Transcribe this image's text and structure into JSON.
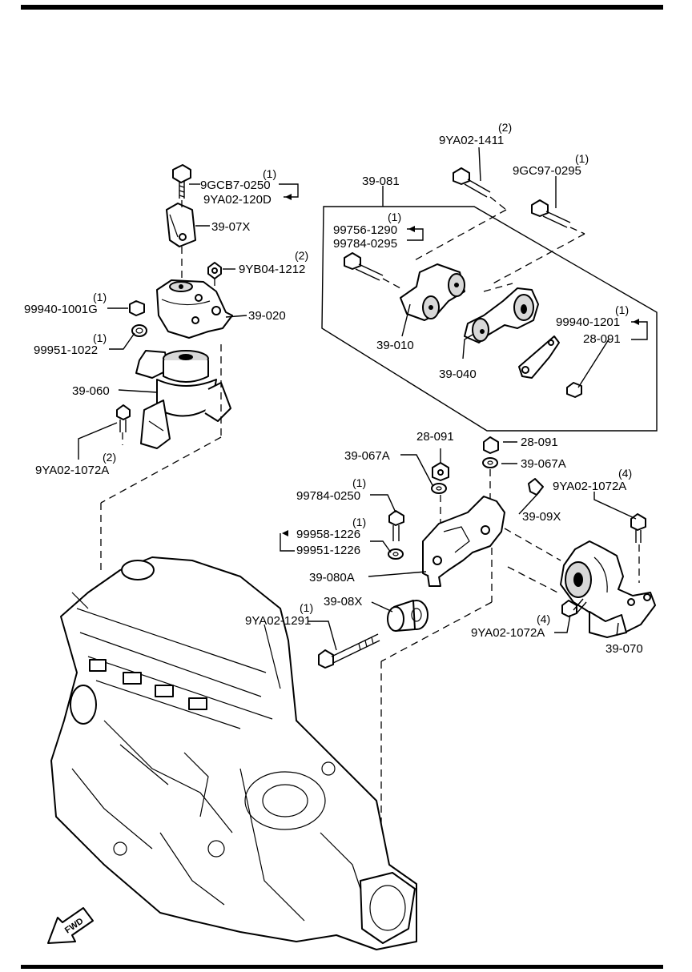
{
  "callouts": [
    {
      "id": "c1",
      "text": "9GCB7-0250",
      "qty": "(1)"
    },
    {
      "id": "c2",
      "text": "9YA02-120D",
      "qty": ""
    },
    {
      "id": "c3",
      "text": "39-07X",
      "qty": ""
    },
    {
      "id": "c4",
      "text": "9YB04-1212",
      "qty": "(2)"
    },
    {
      "id": "c5",
      "text": "99940-1001G",
      "qty": "(1)"
    },
    {
      "id": "c6",
      "text": "39-020",
      "qty": ""
    },
    {
      "id": "c7",
      "text": "99951-1022",
      "qty": "(1)"
    },
    {
      "id": "c8",
      "text": "39-060",
      "qty": ""
    },
    {
      "id": "c9",
      "text": "9YA02-1072A",
      "qty": "(2)"
    },
    {
      "id": "c10",
      "text": "39-081",
      "qty": ""
    },
    {
      "id": "c11",
      "text": "9YA02-1411",
      "qty": "(2)"
    },
    {
      "id": "c12",
      "text": "9GC97-0295",
      "qty": "(1)"
    },
    {
      "id": "c13",
      "text": "99756-1290",
      "qty": "(1)"
    },
    {
      "id": "c14",
      "text": "99784-0295",
      "qty": ""
    },
    {
      "id": "c15",
      "text": "39-010",
      "qty": ""
    },
    {
      "id": "c16",
      "text": "39-040",
      "qty": ""
    },
    {
      "id": "c17",
      "text": "99940-1201",
      "qty": "(1)"
    },
    {
      "id": "c18",
      "text": "28-091",
      "qty": ""
    },
    {
      "id": "c19",
      "text": "28-091",
      "qty": ""
    },
    {
      "id": "c20",
      "text": "28-091",
      "qty": ""
    },
    {
      "id": "c21",
      "text": "39-067A",
      "qty": ""
    },
    {
      "id": "c22",
      "text": "39-067A",
      "qty": ""
    },
    {
      "id": "c23",
      "text": "9YA02-1072A",
      "qty": "(4)"
    },
    {
      "id": "c24",
      "text": "99784-0250",
      "qty": "(1)"
    },
    {
      "id": "c25",
      "text": "39-09X",
      "qty": ""
    },
    {
      "id": "c26",
      "text": "99958-1226",
      "qty": "(1)"
    },
    {
      "id": "c27",
      "text": "99951-1226",
      "qty": ""
    },
    {
      "id": "c28",
      "text": "39-080A",
      "qty": ""
    },
    {
      "id": "c29",
      "text": "39-08X",
      "qty": ""
    },
    {
      "id": "c30",
      "text": "9YA02-1291",
      "qty": "(1)"
    },
    {
      "id": "c31",
      "text": "9YA02-1072A",
      "qty": "(4)"
    },
    {
      "id": "c32",
      "text": "39-070",
      "qty": ""
    }
  ],
  "direction_marker": {
    "text": "FWD",
    "icon": "arrow-icon"
  }
}
